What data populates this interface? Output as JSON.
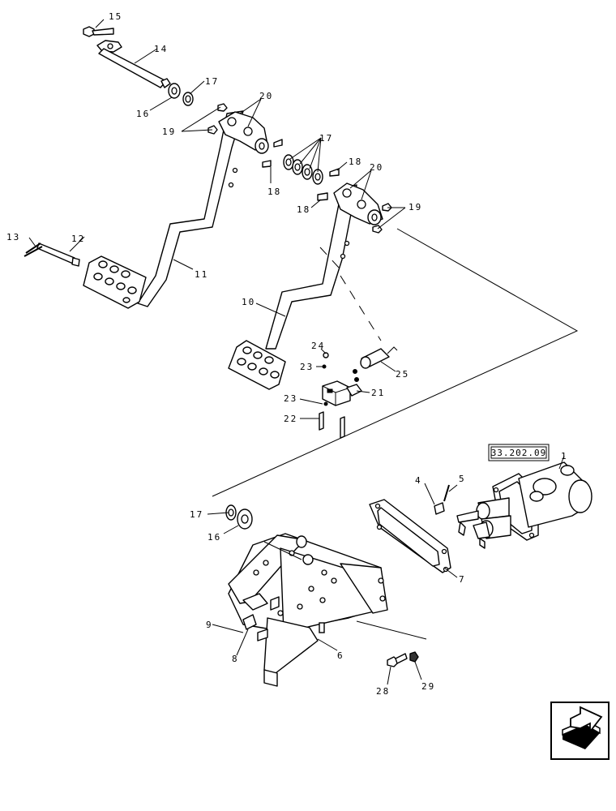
{
  "labels": {
    "p1": "1",
    "p4": "4",
    "p5": "5",
    "p6": "6",
    "p7": "7",
    "p8": "8",
    "p9": "9",
    "p10": "10",
    "p11": "11",
    "p12": "12",
    "p13": "13",
    "p14": "14",
    "p15": "15",
    "p16a": "16",
    "p16b": "16",
    "p17a": "17",
    "p17b": "17",
    "p17c": "17",
    "p18a": "18",
    "p18b": "18",
    "p18c": "18",
    "p19a": "19",
    "p19b": "19",
    "p20a": "20",
    "p20b": "20",
    "p21": "21",
    "p22": "22",
    "p23a": "23",
    "p23b": "23",
    "p24": "24",
    "p25": "25",
    "p28": "28",
    "p29": "29"
  },
  "reference": "33.202.09",
  "nav_icon": "next-page-arrow-icon"
}
